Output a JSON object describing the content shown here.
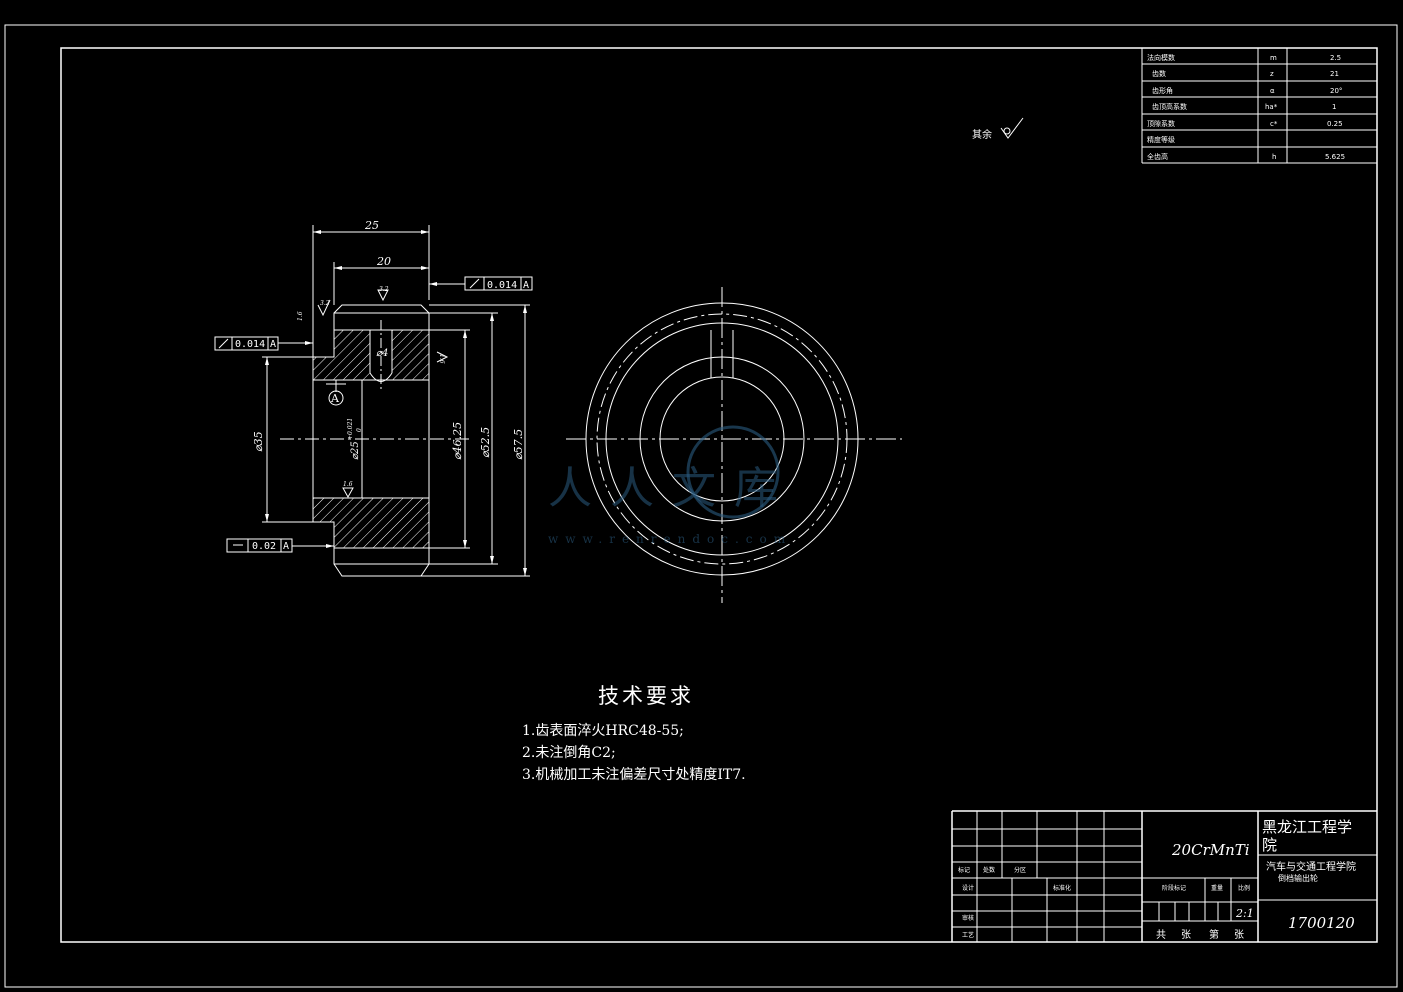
{
  "param_table": {
    "rows": [
      {
        "label": "法向模数",
        "sym": "m",
        "val": "2.5"
      },
      {
        "label": "齿数",
        "sym": "z",
        "val": "21"
      },
      {
        "label": "齿形角",
        "sym": "α",
        "val": "20°"
      },
      {
        "label": "齿顶高系数",
        "sym": "ha*",
        "val": "1"
      },
      {
        "label": "顶隙系数",
        "sym": "c*",
        "val": "0.25"
      },
      {
        "label": "精度等级",
        "sym": "",
        "val": ""
      },
      {
        "label": "全齿高",
        "sym": "h",
        "val": "5.625"
      }
    ]
  },
  "roughness_note": "其余",
  "dims": {
    "width_total": "25",
    "width_hub": "20",
    "dia_hole": "⌀4",
    "dia_bore": "⌀35",
    "dia_inner": "⌀25",
    "dia_inner_tol_upper": "+0.021",
    "dia_inner_tol_lower": "0",
    "dia_root": "⌀46.25",
    "dia_pitch": "⌀52.5",
    "dia_tip": "⌀57.5",
    "datum": "A",
    "ra_top": "3.2",
    "ra_left": "3.2",
    "ra_right": "1.6",
    "ra_bore": "1.6",
    "ra_side": "1.6"
  },
  "tolerances": {
    "top": {
      "value": "0.014",
      "datum": "A"
    },
    "left": {
      "value": "0.014",
      "datum": "A"
    },
    "bottom": {
      "value": "0.02",
      "datum": "A"
    }
  },
  "tech_requirements": {
    "title": "技术要求",
    "items": [
      "1.齿表面淬火HRC48-55;",
      "2.未注倒角C2;",
      "3.机械加工未注偏差尺寸处精度IT7."
    ]
  },
  "title_block": {
    "material": "20CrMnTi",
    "school": "黑龙江工程学院",
    "school_line1": "黑龙江工程学",
    "school_line2": "院",
    "dept": "汽车与交通工程学院",
    "part_name": "倒档输出轮",
    "scale": "2:1",
    "drawing_no": "1700120",
    "labels": {
      "mark": "标记",
      "count": "处数",
      "zone": "分区",
      "design": "设计",
      "standard": "标准化",
      "review": "审核",
      "process": "工艺",
      "stage": "阶段标记",
      "weight": "重量",
      "ratio": "比例",
      "total": "共",
      "sheets": "张",
      "sheet_no": "第",
      "sheet_unit": "张"
    }
  },
  "watermark": {
    "brand": "人人文库",
    "url": "www.renrendoc.com"
  },
  "colors": {
    "line": "#ffffff",
    "watermark": "#2a5b80"
  }
}
